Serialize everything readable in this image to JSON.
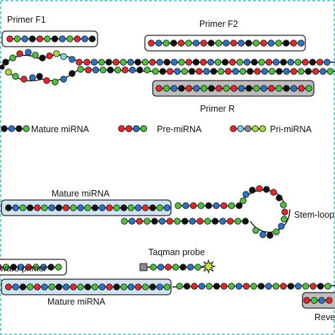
{
  "colors": {
    "red": "#e8262a",
    "blue": "#2b73c8",
    "green": "#4cc23a",
    "black": "#111111",
    "cyan": "#7fd3df",
    "gray": "#8a8a8a",
    "lime": "#a7dc3a",
    "mature_box": "#cfe3f3",
    "primer_box_dark": "#bdbdbd",
    "dashed_border": "#6fd0d4",
    "probe_star": "#c8e23a"
  },
  "top_panel": {
    "primer_f1": "Primer F1",
    "primer_f2": "Primer F2",
    "primer_r": "Primer R",
    "legend": {
      "mature": "Mature miRNA",
      "pre": "Pre-miRNA",
      "pri": "Pri-miRNA"
    }
  },
  "bottom_panel": {
    "mature_top": "Mature miRNA",
    "stem_loop": "Stem-loop",
    "forward_primer": "ward primer",
    "taqman_probe": "Taqman probe",
    "mature_bottom": "Mature miRNA",
    "reverse": "Reve"
  }
}
